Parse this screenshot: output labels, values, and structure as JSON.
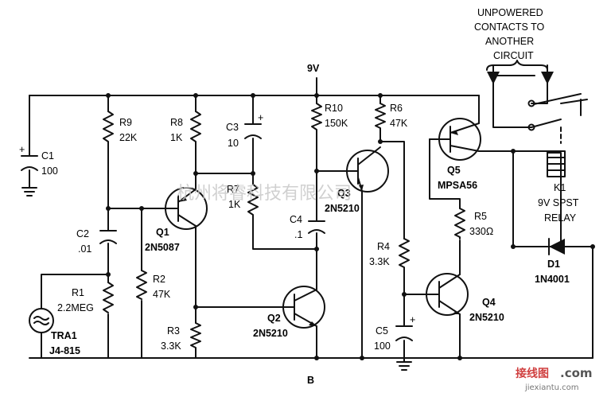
{
  "supply_label": "9V",
  "bottom_label": "B",
  "contacts_note": [
    "UNPOWERED",
    "CONTACTS TO",
    "ANOTHER",
    "CIRCUIT"
  ],
  "components": {
    "c1": {
      "ref": "C1",
      "value": "100",
      "polarity": "+"
    },
    "r9": {
      "ref": "R9",
      "value": "22K"
    },
    "r8": {
      "ref": "R8",
      "value": "1K"
    },
    "c3": {
      "ref": "C3",
      "value": "10",
      "polarity": "+"
    },
    "r10": {
      "ref": "R10",
      "value": "150K"
    },
    "r6": {
      "ref": "R6",
      "value": "47K"
    },
    "r7": {
      "ref": "R7",
      "value": "1K"
    },
    "c4": {
      "ref": "C4",
      "value": ".1"
    },
    "c2": {
      "ref": "C2",
      "value": ".01"
    },
    "r1": {
      "ref": "R1",
      "value": "2.2MEG"
    },
    "r2": {
      "ref": "R2",
      "value": "47K"
    },
    "r3": {
      "ref": "R3",
      "value": "3.3K"
    },
    "tra1": {
      "ref": "TRA1",
      "value": "J4-815"
    },
    "r4": {
      "ref": "R4",
      "value": "3.3K"
    },
    "c5": {
      "ref": "C5",
      "value": "100",
      "polarity": "+"
    },
    "r5": {
      "ref": "R5",
      "value": "330Ω"
    },
    "q1": {
      "ref": "Q1",
      "part": "2N5087"
    },
    "q2": {
      "ref": "Q2",
      "part": "2N5210"
    },
    "q3": {
      "ref": "Q3",
      "part": "2N5210"
    },
    "q4": {
      "ref": "Q4",
      "part": "2N5210"
    },
    "q5": {
      "ref": "Q5",
      "part": "MPSA56"
    },
    "k1": {
      "ref": "K1",
      "lines": [
        "9V SPST",
        "RELAY"
      ]
    },
    "d1": {
      "ref": "D1",
      "part": "1N4001"
    }
  },
  "watermarks": {
    "center": "杭州将睿科技有限公司",
    "corner_logo": "接线图",
    "corner_domain": ".com",
    "corner_url": "jiexiantu.com"
  },
  "colors": {
    "ink": "#111111",
    "paper": "#ffffff",
    "watermark": "#c8c8c8"
  }
}
